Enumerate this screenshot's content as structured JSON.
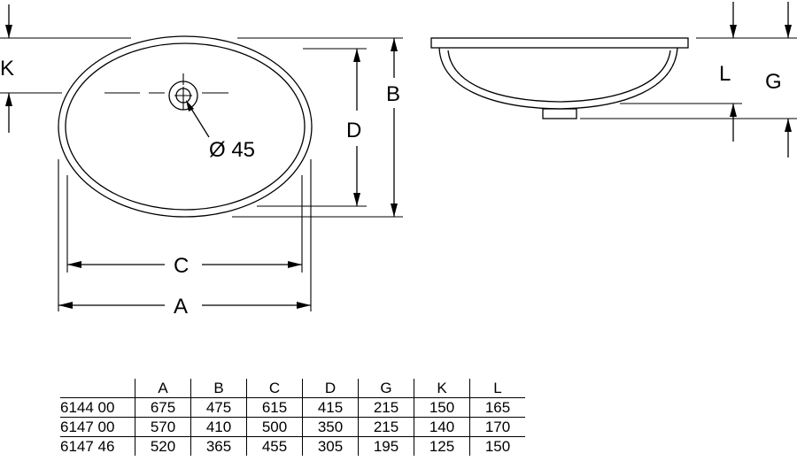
{
  "drawing": {
    "labels": {
      "a": "A",
      "b": "B",
      "c": "C",
      "d": "D",
      "g": "G",
      "k": "K",
      "l": "L",
      "hole": "Ø 45"
    }
  },
  "table": {
    "headers": [
      "",
      "A",
      "B",
      "C",
      "D",
      "G",
      "K",
      "L"
    ],
    "rows": [
      [
        "6144 00",
        "675",
        "475",
        "615",
        "415",
        "215",
        "150",
        "165"
      ],
      [
        "6147 00",
        "570",
        "410",
        "500",
        "350",
        "215",
        "140",
        "170"
      ],
      [
        "6147 46",
        "520",
        "365",
        "455",
        "305",
        "195",
        "125",
        "150"
      ]
    ]
  }
}
